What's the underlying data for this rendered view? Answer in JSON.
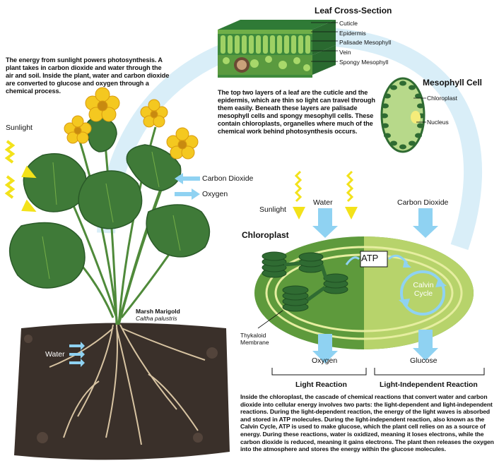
{
  "intro_text": "The energy from sunlight powers photosynthesis. A plant takes in carbon dioxide and water through the air and soil. Inside the plant, water and carbon dioxide are converted to glucose and oxygen through a chemical process.",
  "leaf_section": {
    "title": "Leaf Cross-Section",
    "labels": [
      "Cuticle",
      "Epidermis",
      "Palisade Mesophyll",
      "Vein",
      "Spongy Mesophyll"
    ],
    "description": "The top two layers of a leaf are the cuticle and the epidermis, which are thin so light can travel through them easily. Beneath these layers are palisade mesophyll cells and spongy mesophyll cells. These contain chloroplasts, organelles where much of the chemical work behind photosynthesis occurs."
  },
  "mesophyll": {
    "title": "Mesophyll Cell",
    "labels": [
      "Chloroplast",
      "Nucleus"
    ]
  },
  "plant": {
    "sunlight": "Sunlight",
    "carbon_dioxide": "Carbon Dioxide",
    "oxygen": "Oxygen",
    "water": "Water",
    "name": "Marsh Marigold",
    "latin": "Caltha palustris"
  },
  "chloroplast": {
    "title": "Chloroplast",
    "sunlight": "Sunlight",
    "water": "Water",
    "carbon_dioxide": "Carbon Dioxide",
    "atp": "ATP",
    "calvin": "Calvin Cycle",
    "thylakoid": "Thykaloid Membrane",
    "oxygen": "Oxygen",
    "glucose": "Glucose",
    "light_reaction": "Light Reaction",
    "light_independent": "Light-Independent Reaction"
  },
  "bottom_text": "Inside the chloroplast, the cascade of chemical reactions that convert water and carbon dioxide into cellular energy involves two parts: the light-dependent and light-independent reactions. During the light-dependent reaction, the energy of the light waves is absorbed and stored in ATP molecules. During the light-independent reaction, also known as the Calvin Cycle, ATP is used to make glucose, which the plant cell relies on as a source of energy. During these reactions, water is oxidized, meaning it loses electrons, while the carbon dioxide is reduced, meaning it gains electrons. The plant then releases the oxygen into the atmosphere and stores the energy within the glucose molecules.",
  "colors": {
    "leaf_dark": "#2f6b32",
    "leaf_light": "#8cc44e",
    "arrow_blue": "#8fd2f2",
    "sun_yellow": "#f3e21a",
    "soil": "#3a302a",
    "arc_blue": "#d9eef8"
  }
}
